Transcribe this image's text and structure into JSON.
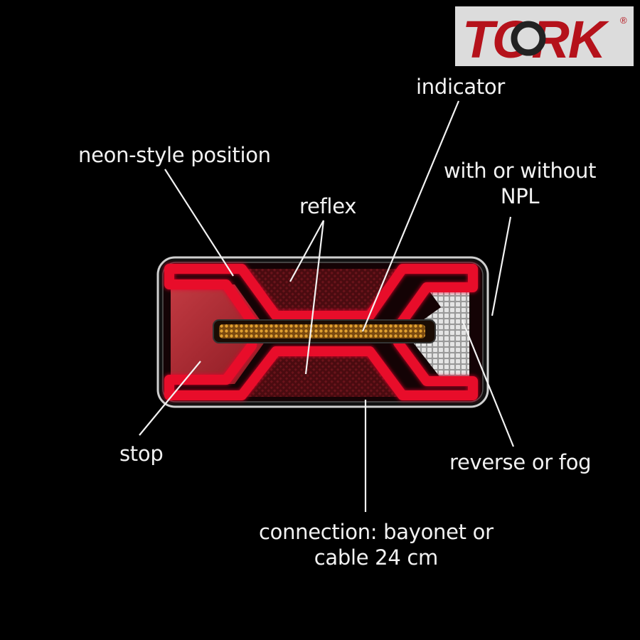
{
  "brand": {
    "logo_text": "TORK",
    "registered_mark": "®"
  },
  "labels": {
    "indicator": "indicator",
    "neon_position": "neon-style position",
    "reflex": "reflex",
    "npl_line1": "with or without",
    "npl_line2": "NPL",
    "stop": "stop",
    "reverse_fog": "reverse or fog",
    "connection_line1": "connection: bayonet or",
    "connection_line2": "cable 24 cm"
  },
  "colors": {
    "background": "#000000",
    "text": "#f2f2f2",
    "neon_red": "#e8102a",
    "amber": "#d08a1a",
    "reflex_red": "#5a0e14",
    "stop_red": "#b52a32",
    "reverse_white": "#d8d8d8",
    "logo_red": "#b5121b",
    "logo_bg": "#dcdcdc"
  }
}
